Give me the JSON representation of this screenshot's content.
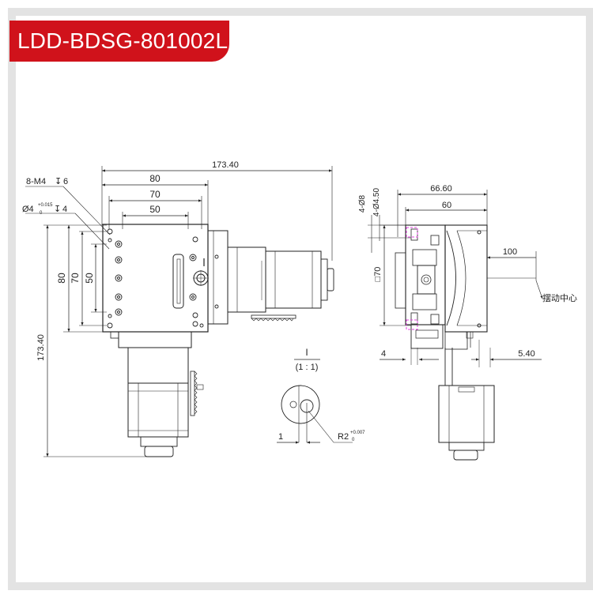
{
  "title": "LDD-BDSG-801002L",
  "front_view": {
    "dim_overall_width": "173.40",
    "dim_80": "80",
    "dim_70": "70",
    "dim_50": "50",
    "dim_v80": "80",
    "dim_v70": "70",
    "dim_v50": "50",
    "dim_overall_height": "173.40",
    "note_thread": "8-M4",
    "note_thread_depth": "6",
    "note_pin_dia": "Ø4",
    "note_pin_tol_upper": "+0.015",
    "note_pin_tol_lower": "0",
    "note_pin_depth": "4"
  },
  "detail": {
    "label": "I",
    "scale": "(1 : 1)",
    "dim_1": "1",
    "radius": "R2",
    "radius_tol_upper": "+0.007",
    "radius_tol_lower": "0"
  },
  "side_view": {
    "dim_66_60": "66.60",
    "dim_60": "60",
    "note_4_phi8": "4-Ø8",
    "note_4_phi4_50": "4-Ø4.50",
    "dim_sq70": "□70",
    "dim_100": "100",
    "swing_center": "摆动中心",
    "dim_4": "4",
    "dim_5_40": "5.40"
  },
  "colors": {
    "brand_red": "#d0121b",
    "frame_gray": "#e3e3e3",
    "line": "#222222",
    "hidden_magenta": "#e040e0"
  }
}
